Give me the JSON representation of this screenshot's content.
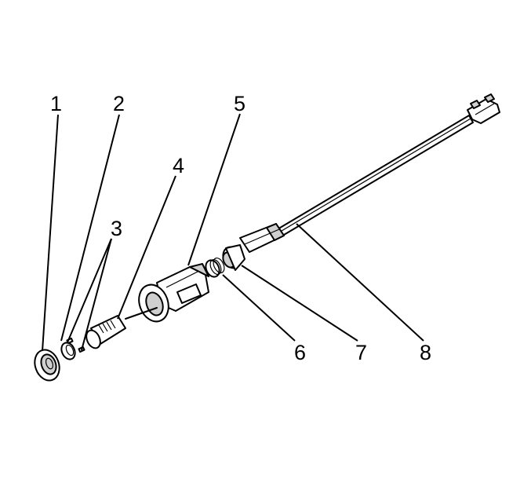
{
  "callouts": [
    {
      "id": "1",
      "label": "1"
    },
    {
      "id": "2",
      "label": "2"
    },
    {
      "id": "3",
      "label": "3"
    },
    {
      "id": "4",
      "label": "4"
    },
    {
      "id": "5",
      "label": "5"
    },
    {
      "id": "6",
      "label": "6"
    },
    {
      "id": "7",
      "label": "7"
    },
    {
      "id": "8",
      "label": "8"
    }
  ],
  "colors": {
    "ink": "#000000",
    "paper": "#ffffff",
    "shade": "#cfcfcf"
  }
}
